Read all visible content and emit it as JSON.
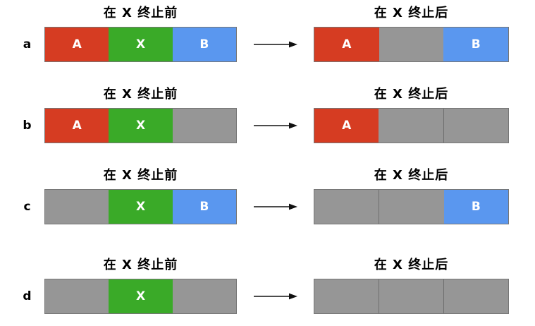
{
  "diagram": {
    "before_title": "在 X 终止前",
    "after_title": "在 X 终止后",
    "colors": {
      "process_a": "#d63c22",
      "process_x": "#3aaa28",
      "process_b": "#5a97ef",
      "free": "#969696",
      "bar_border": "#767676",
      "divider": "#6d6d6d",
      "arrow": "#111111"
    },
    "rows": [
      {
        "label": "a",
        "before": [
          {
            "type": "process_a",
            "text": "A"
          },
          {
            "type": "process_x",
            "text": "X"
          },
          {
            "type": "process_b",
            "text": "B"
          }
        ],
        "after": [
          {
            "type": "process_a",
            "text": "A"
          },
          {
            "type": "free",
            "text": ""
          },
          {
            "type": "process_b",
            "text": "B"
          }
        ]
      },
      {
        "label": "b",
        "before": [
          {
            "type": "process_a",
            "text": "A"
          },
          {
            "type": "process_x",
            "text": "X"
          },
          {
            "type": "free",
            "text": ""
          }
        ],
        "after": [
          {
            "type": "process_a",
            "text": "A"
          },
          {
            "type": "free",
            "text": ""
          },
          {
            "type": "free",
            "text": ""
          }
        ]
      },
      {
        "label": "c",
        "before": [
          {
            "type": "free",
            "text": ""
          },
          {
            "type": "process_x",
            "text": "X"
          },
          {
            "type": "process_b",
            "text": "B"
          }
        ],
        "after": [
          {
            "type": "free",
            "text": ""
          },
          {
            "type": "free",
            "text": ""
          },
          {
            "type": "process_b",
            "text": "B"
          }
        ]
      },
      {
        "label": "d",
        "before": [
          {
            "type": "free",
            "text": ""
          },
          {
            "type": "process_x",
            "text": "X"
          },
          {
            "type": "free",
            "text": ""
          }
        ],
        "after": [
          {
            "type": "free",
            "text": ""
          },
          {
            "type": "free",
            "text": ""
          },
          {
            "type": "free",
            "text": ""
          }
        ]
      }
    ]
  }
}
